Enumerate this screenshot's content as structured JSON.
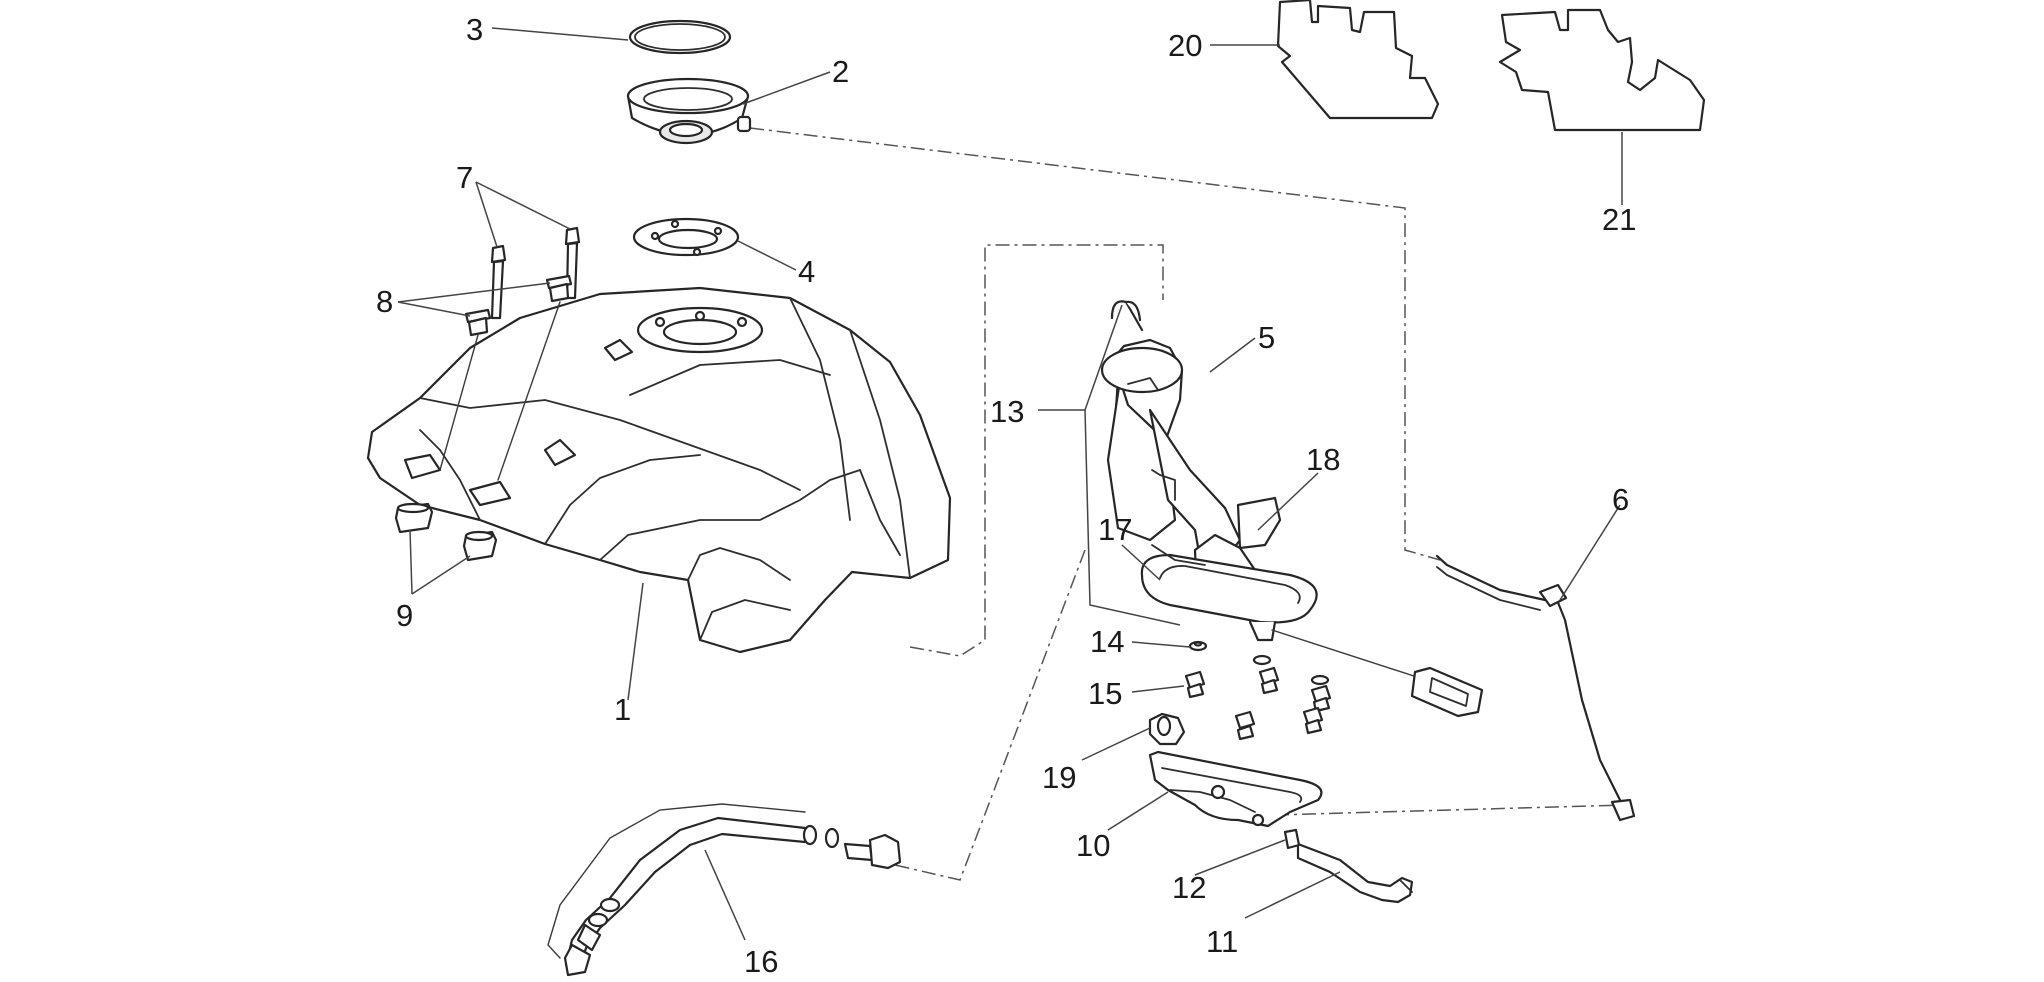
{
  "callouts": {
    "c1": "1",
    "c2": "2",
    "c3": "3",
    "c4": "4",
    "c5": "5",
    "c6": "6",
    "c7": "7",
    "c8": "8",
    "c9": "9",
    "c10": "10",
    "c11": "11",
    "c12": "12",
    "c13": "13",
    "c14": "14",
    "c15": "15",
    "c16": "16",
    "c17": "17",
    "c18": "18",
    "c19": "19",
    "c20": "20",
    "c21": "21"
  },
  "colors": {
    "line": "#262626",
    "leader": "#444444",
    "background": "#ffffff"
  }
}
